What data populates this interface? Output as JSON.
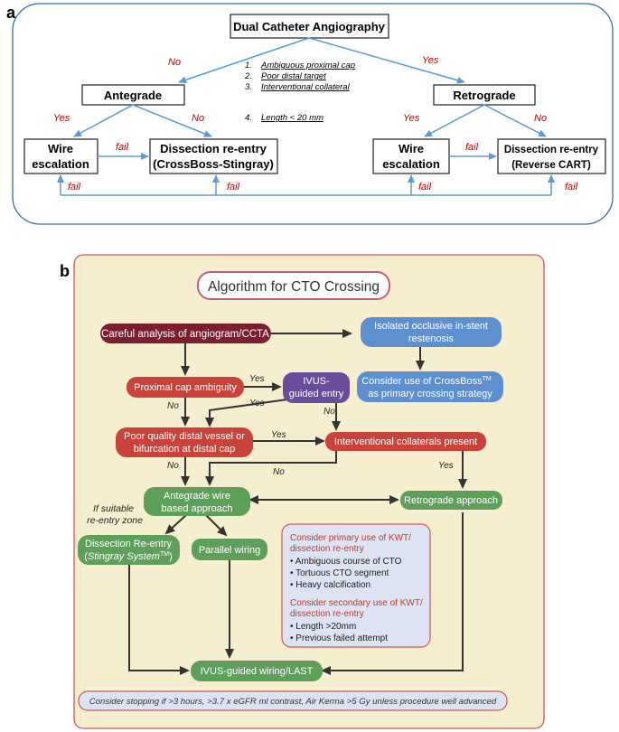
{
  "panel_a": {
    "label": "a",
    "root": "Dual Catheter Angiography",
    "no_label": "No",
    "yes_label": "Yes",
    "fail_label": "fail",
    "criteria": [
      "Ambiguous proximal cap",
      "Poor distal target",
      "Interventional collateral",
      "Length < 20 mm"
    ],
    "criteria_numbers": [
      "1.",
      "2.",
      "3.",
      "4."
    ],
    "antegrade": "Antegrade",
    "retrograde": "Retrograde",
    "wire_escalation_line1": "Wire",
    "wire_escalation_line2": "escalation",
    "dissection_antegrade_line1": "Dissection re-entry",
    "dissection_antegrade_line2": "(CrossBoss-Stingray)",
    "dissection_retrograde_line1": "Dissection re-entry",
    "dissection_retrograde_line2": "(Reverse CART)"
  },
  "panel_b": {
    "label": "b",
    "title": "Algorithm for CTO Crossing",
    "careful_analysis": "Careful analysis of angiogram/CCTA",
    "isolated_line1": "Isolated occlusive in-stent",
    "isolated_line2": "restenosis",
    "consider_crossboss_line1": "Consider use of CrossBoss",
    "consider_crossboss_tm": "TM",
    "consider_crossboss_line2": "as primary crossing strategy",
    "proximal_cap": "Proximal cap ambiguity",
    "ivus_entry_line1": "IVUS-",
    "ivus_entry_line2": "guided entry",
    "poor_quality_line1": "Poor quality distal vessel or",
    "poor_quality_line2": "bifurcation at distal cap",
    "interventional_collaterals": "Interventional collaterals present",
    "antegrade_wire_line1": "Antegrade wire",
    "antegrade_wire_line2": "based approach",
    "retrograde_approach": "Retrograde approach",
    "if_suitable_line1": "If suitable",
    "if_suitable_line2": "re-entry zone",
    "dissection_line1": "Dissection Re-entry",
    "dissection_line2_open": "(",
    "dissection_line2": "Stingray System",
    "dissection_line2_tm": "TM",
    "dissection_line2_close": ")",
    "parallel_wiring": "Parallel wiring",
    "ivus_wiring": "IVUS-guided wiring/LAST",
    "yes": "Yes",
    "no": "No",
    "primary_heading_line1": "Consider primary use of KWT/",
    "primary_heading_line2": "dissection re-entry",
    "primary_items": [
      "Ambiguous course of CTO",
      "Tortuous CTO segment",
      "Heavy calcification"
    ],
    "secondary_heading_line1": "Consider secondary use of KWT/",
    "secondary_heading_line2": "dissection re-entry",
    "secondary_items": [
      "Length >20mm",
      "Previous failed attempt"
    ],
    "stopping": "Consider stopping if >3 hours, >3.7 x eGFR ml contrast, Air Kerma >5 Gy unless procedure well advanced"
  },
  "colors": {
    "arrow_blue": "#5b9bd5",
    "red_text": "#c00000",
    "dark_red_node": "#7b1f2e",
    "red_node": "#c9433a",
    "blue_node": "#5d8fd1",
    "purple_node": "#6b4c9a",
    "green_node": "#5ea05a",
    "cream_bg": "#f6efcf",
    "panel_b_border": "#d15757"
  }
}
